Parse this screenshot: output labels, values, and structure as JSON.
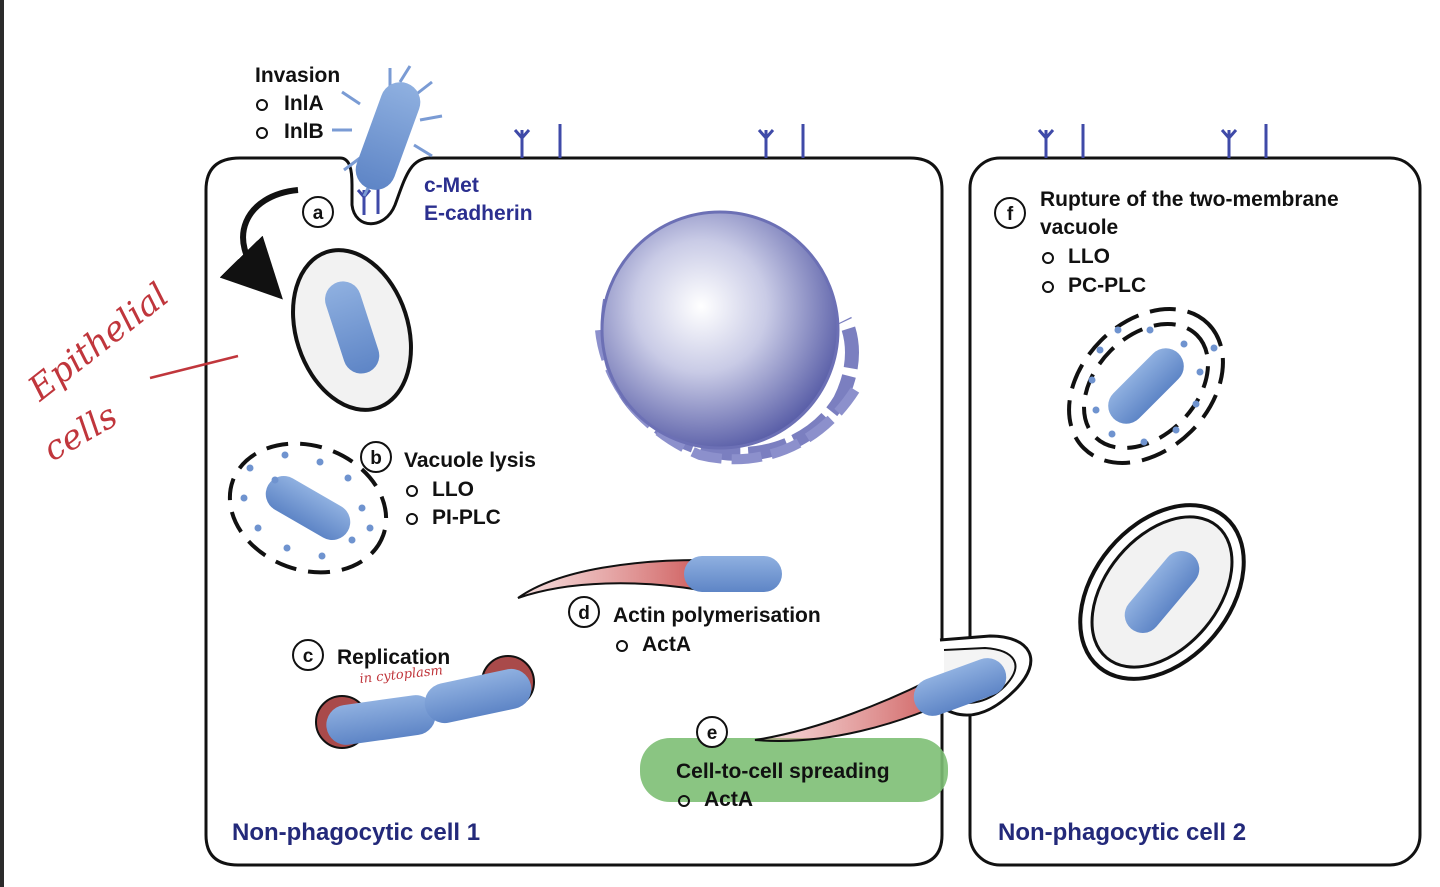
{
  "labels": {
    "invasion_title": "Invasion",
    "invasion_items": [
      "InlA",
      "InlB"
    ],
    "receptors": [
      "c-Met",
      "E-cadherin"
    ],
    "step_a": "a",
    "step_b": "b",
    "step_b_title": "Vacuole lysis",
    "step_b_items": [
      "LLO",
      "PI-PLC"
    ],
    "step_c": "c",
    "step_c_title": "Replication",
    "step_d": "d",
    "step_d_title": "Actin polymerisation",
    "step_d_items": [
      "ActA"
    ],
    "step_e": "e",
    "step_e_title": "Cell-to-cell spreading",
    "step_e_items": [
      "ActA"
    ],
    "step_f": "f",
    "step_f_title_line1": "Rupture of the two-membrane",
    "step_f_title_line2": "vacuole",
    "step_f_items": [
      "LLO",
      "PC-PLC"
    ],
    "cell1_name": "Non-phagocytic cell 1",
    "cell2_name": "Non-phagocytic cell 2"
  },
  "annotations": {
    "handwritten_label_line1": "Epithelial",
    "handwritten_label_line2": "cells",
    "handwritten_note": "in cytoplasm"
  },
  "colors": {
    "bacterium": "#6f93cf",
    "receptor": "#3f4aa8",
    "actin_tail": "#d46b6b",
    "spreading_highlight": "#7dbf74",
    "handwriting": "#c0363c",
    "nucleus": "#6c70b5"
  }
}
